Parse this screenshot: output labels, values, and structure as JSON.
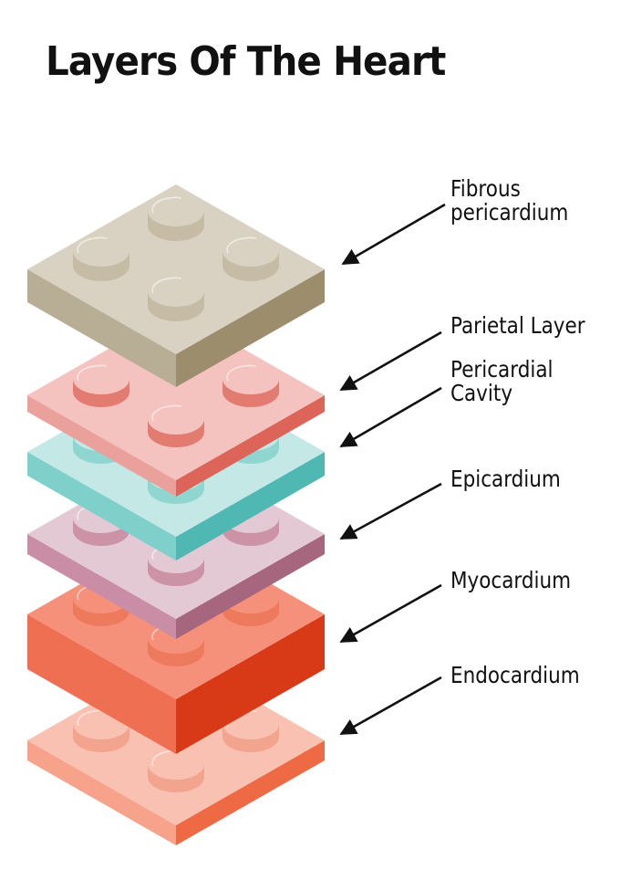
{
  "title": "Layers Of The Heart",
  "layers": [
    {
      "key": "fibrous",
      "label_lines": [
        "Fibrous",
        "pericardium"
      ],
      "colors": {
        "top": "#d9d2c3",
        "left": "#b8ae96",
        "right": "#9c8e6c",
        "stud_side": "#c6bca6"
      }
    },
    {
      "key": "parietal",
      "label_lines": [
        "Parietal Layer"
      ],
      "colors": {
        "top": "#f4c3c0",
        "left": "#eaa19b",
        "right": "#dd6458",
        "stud_side": "#e27b70"
      }
    },
    {
      "key": "cavity",
      "label_lines": [
        "Pericardial",
        "Cavity"
      ],
      "colors": {
        "top": "#c3e8e6",
        "left": "#7fcfcb",
        "right": "#4fb8b3",
        "stud_side": "#8fd6d1"
      }
    },
    {
      "key": "epicardium",
      "label_lines": [
        "Epicardium"
      ],
      "colors": {
        "top": "#e2c9d3",
        "left": "#c98ea5",
        "right": "#a6667e",
        "stud_side": "#cc92a6"
      }
    },
    {
      "key": "myocardium",
      "label_lines": [
        "Myocardium"
      ],
      "colors": {
        "top": "#f5917a",
        "left": "#ef6f52",
        "right": "#d83a18",
        "stud_side": "#ee7a5e"
      }
    },
    {
      "key": "endocardium",
      "label_lines": [
        "Endocardium"
      ],
      "colors": {
        "top": "#f9c1b1",
        "left": "#f7a38c",
        "right": "#ee6a44",
        "stud_side": "#f3a48e"
      }
    }
  ]
}
